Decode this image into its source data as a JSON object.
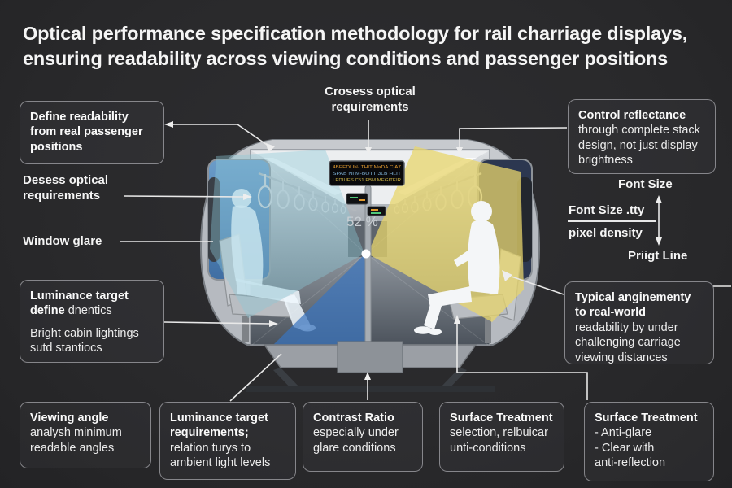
{
  "title": {
    "line1": "Optical performance specification methodology for rail charriage displays,",
    "line2": "ensuring readability across viewing conditions and passenger positions"
  },
  "top_label": "Crosess optical requirements",
  "left": {
    "define_box": "Define readability from real passenger positions",
    "desess_label": "Desess optical requirements",
    "window_glare_label": "Window glare",
    "luminance_title": "Luminance target",
    "luminance_bold2": "define",
    "luminance_rest": "dnentics",
    "luminance_body": "Bright cabin lightings sutd stantiocs"
  },
  "right": {
    "control_title": "Control reflectance",
    "control_body": "through complete stack design, not just display brightness",
    "font_size_label": "Font Size",
    "fraction_numerator": "Font Size .tty",
    "fraction_denominator": "pixel density",
    "priigt_label": "Priigt Line",
    "typical_bold": "Typical anginementy to real-world",
    "typical_rest": "readability by under challenging carriage viewing distances"
  },
  "bottom_boxes": [
    {
      "title": "Viewing angle",
      "body": "analysh minimum readable angles"
    },
    {
      "title": "Luminance target requirements;",
      "body": "relation turys to ambient light levels"
    },
    {
      "title": "Contrast Ratio",
      "body": "especially under glare conditions"
    },
    {
      "title": "Surface Treatment",
      "body": "selection, relbuicar unti-conditions"
    },
    {
      "title": "Surface Treatment",
      "body": "- Anti-glare\n- Clear with\nanti-reflection"
    }
  ],
  "carriage": {
    "percent_label": "52 %",
    "display_line1": "4BEEDLIN· THIT MaDA CIA7",
    "display_line2": "SPAB NI M-BOTT 3LB HLIT",
    "display_line3": "LEDIUES C51 FBM MEGITEIR"
  },
  "colors": {
    "background": "#2a2a2c",
    "box_border": "#bebec4",
    "text": "#f2f2f2",
    "connector": "#e8e8e8",
    "viewing_cone_blue": "#8cc9d7",
    "viewing_cone_yellow": "#e8d66c",
    "window_sky_blue": "#4a80b8",
    "floor_blue": "#3a74be",
    "carriage_body_grey": "#b6bac0",
    "display_text_orange": "#e09a30",
    "display_text_blue": "#7fb3d8",
    "display_text_yellow": "#d2b844"
  }
}
